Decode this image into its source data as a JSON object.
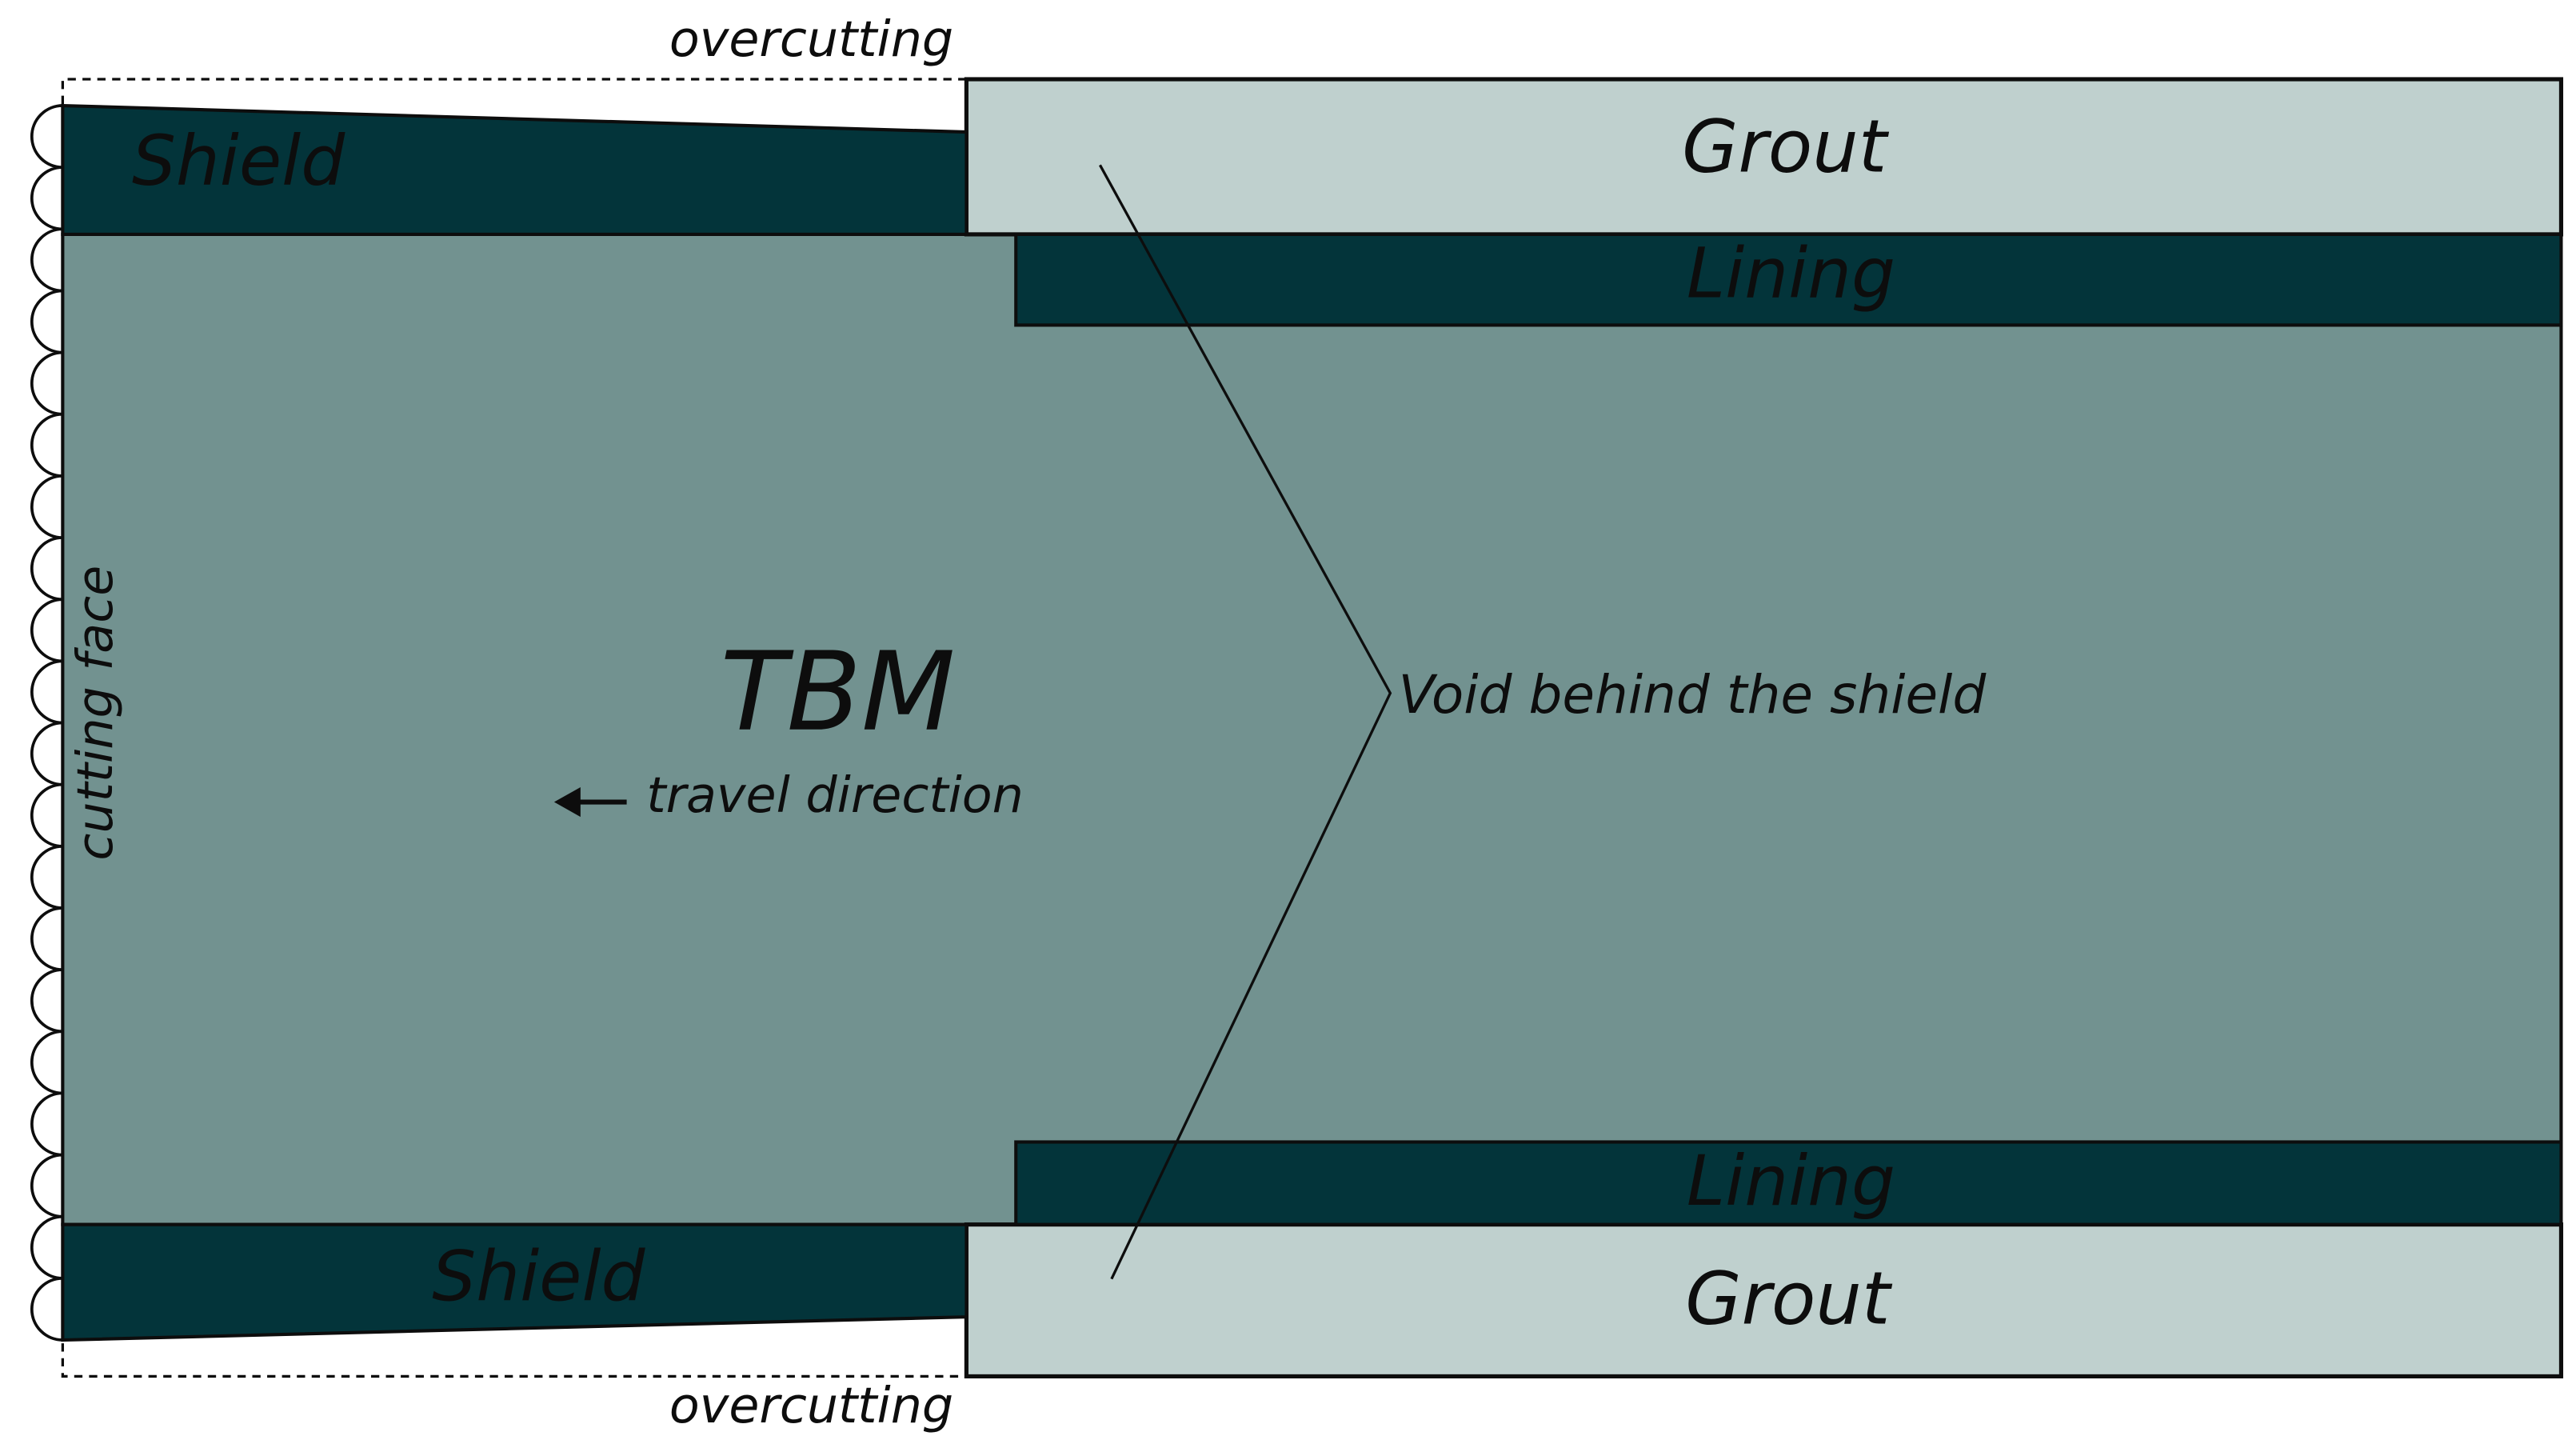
{
  "labels": {
    "overcutting_top": "overcutting",
    "overcutting_bottom": "overcutting",
    "shield_top": "Shield",
    "shield_bottom": "Shield",
    "grout_top": "Grout",
    "grout_bottom": "Grout",
    "lining_top": "Lining",
    "lining_bottom": "Lining",
    "tbm": "TBM",
    "travel_direction": "travel direction",
    "void": "Void behind the shield",
    "cutting_face": "cutting face"
  },
  "colors": {
    "tbm_body": "#729290",
    "shield": "#03343a",
    "lining": "#03343a",
    "grout": "#bfd0ce",
    "outline": "#0d0d0d",
    "background": "#ffffff"
  },
  "icons": {
    "travel_arrow": "arrow-left-icon",
    "cutter_teeth": "scalloped-edge-icon"
  }
}
